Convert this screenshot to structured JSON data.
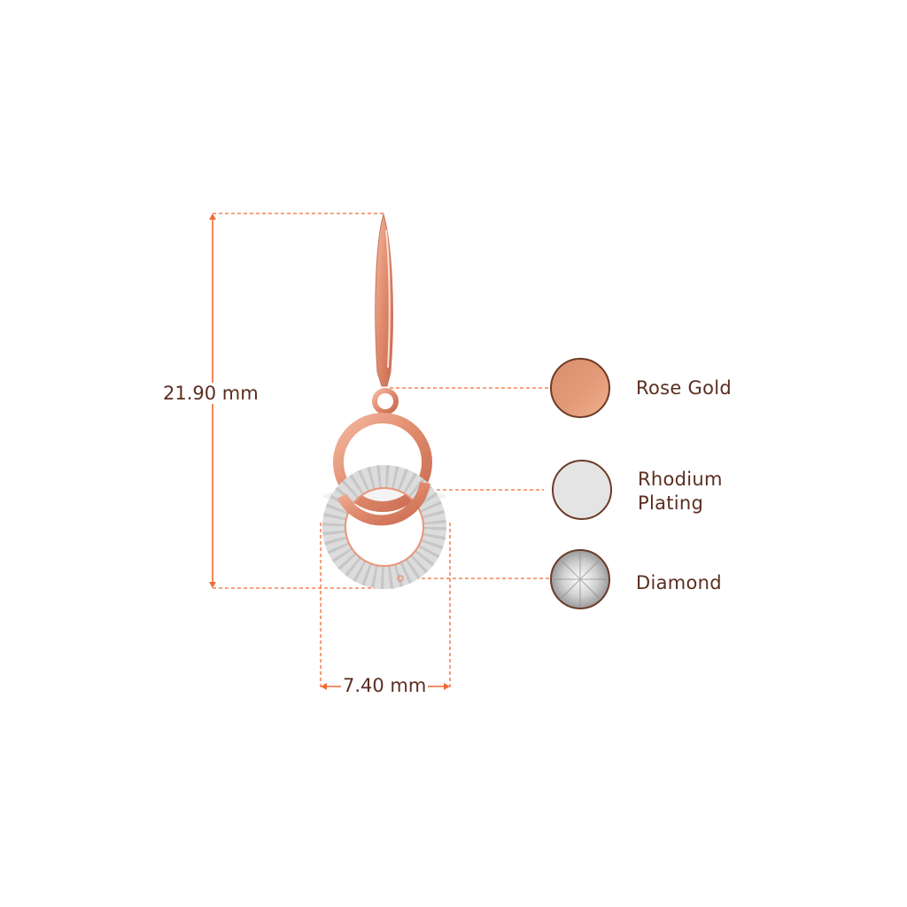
{
  "dimensions": {
    "height": "21.90 mm",
    "width": "7.40 mm"
  },
  "materials": [
    {
      "label": "Rose Gold",
      "swatch_color": "#e39a78",
      "icon": "rose-gold-swatch"
    },
    {
      "label_line1": "Rhodium",
      "label_line2": "Plating",
      "swatch_color": "#e4e4e4",
      "icon": "rhodium-swatch"
    },
    {
      "label": "Diamond",
      "swatch_color": "#dcdcdc",
      "icon": "diamond-swatch"
    }
  ],
  "colors": {
    "dimension_line": "#f26a35",
    "text": "#5a2e1f",
    "swatch_border": "#6b3a26",
    "rose_gold": "#e8957a"
  }
}
